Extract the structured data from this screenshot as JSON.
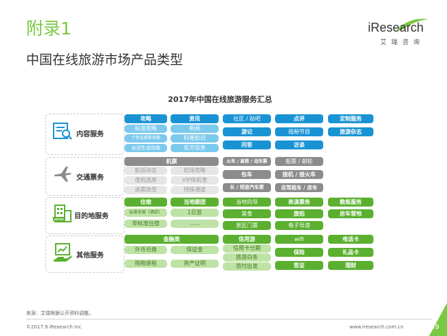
{
  "slide": {
    "title": "附录1",
    "subtitle": "中国在线旅游市场产品类型"
  },
  "logo": {
    "main": "iResearch",
    "sub": "艾瑞咨询"
  },
  "summary_title": "2017年中国在线旅游服务汇总",
  "categories": {
    "content": "内容服务",
    "transport": "交通票务",
    "destination": "目的地服务",
    "other": "其他服务"
  },
  "content": {
    "gonglue": {
      "head": "攻略",
      "items": [
        "标准攻略",
        "个性化推荐攻略",
        "自动生成攻略"
      ]
    },
    "zixun": {
      "head": "资讯",
      "items": [
        "新闻",
        "科普知识",
        "官方信息"
      ]
    },
    "shequ": "社区 / 贴吧",
    "youji": "游记",
    "wenda": "问答",
    "dianping": "点评",
    "shipin": "视频节目",
    "fangtan": "访谈",
    "dingzhi": "定制服务",
    "zazhi": "旅游杂志"
  },
  "transport": {
    "jipiao": {
      "head": "机票",
      "items": [
        "航班动态",
        "机场攻略",
        "值机选座",
        "VIP候机室",
        "退票改签",
        "特殊通道"
      ]
    },
    "huoche": "火车 / 高铁 / 动车票",
    "baoche": "包车",
    "changduan": "长 / 短途汽车票",
    "chuanpiao": "船票 / 邮轮",
    "jiesong": "接机 / 接火车",
    "zijia": "自驾租车 / 房车"
  },
  "destination": {
    "zhusu": {
      "head": "住宿",
      "items": [
        "标准住宿（酒店）",
        "非标准住宿"
      ]
    },
    "gentuan": {
      "head": "当地跟团",
      "items": [
        "1日游",
        "……"
      ]
    },
    "xiangdao": "当地向导",
    "meishi": "美食",
    "menpiao": "景区门票",
    "yanchu": "表演票务",
    "lvpai": "旅拍",
    "daoyou": "电子导游",
    "jiaolian": "教练服务",
    "yingdi": "房车营地"
  },
  "other": {
    "jinrong": {
      "head": "金融类",
      "items": [
        "外币兑换",
        "保证金",
        "购物退税",
        "资产证明"
      ]
    },
    "xinyong": {
      "head": "信用游",
      "items": [
        "信用卡分期",
        "旅游白条",
        "首付出发"
      ]
    },
    "wifi": "wifi",
    "baoxian": "保险",
    "qianzheng": "签证",
    "dianhuaka": "电话卡",
    "lipinka": "礼品卡",
    "licai": "理财"
  },
  "footer": {
    "source": "来源：艾瑞根据公开资料调整。",
    "copyright": "©2017.9 iResearch Inc",
    "site": "www.iresearch.com.cn",
    "page": "49"
  },
  "colors": {
    "accent_green": "#7ac943",
    "blue_header": "#1a93d5",
    "blue_sub": "#7cc9ee",
    "gray_header": "#8c8c8c",
    "gray_sub": "#e6e6e6",
    "green_header": "#5bb030",
    "green_sub": "#bfe2a6"
  },
  "icons": [
    "content-book-search-icon",
    "airplane-icon",
    "hotel-building-icon",
    "chart-hand-icon"
  ]
}
